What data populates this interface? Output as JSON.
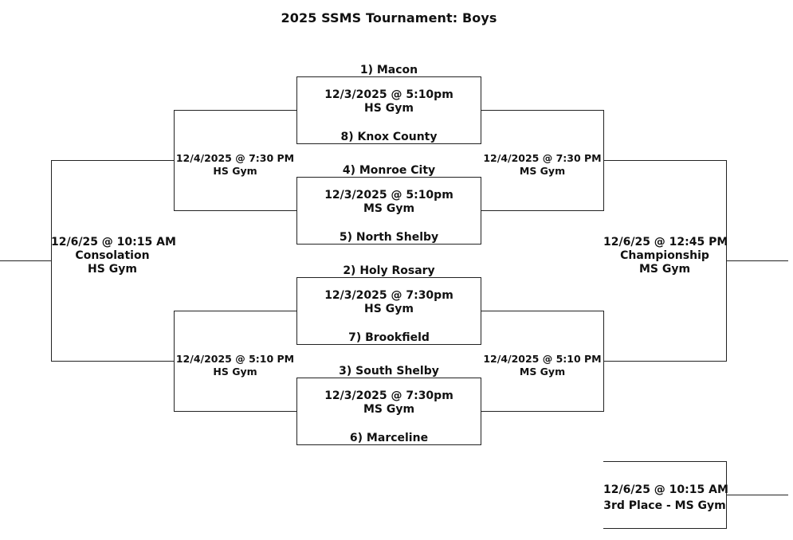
{
  "title": "2025 SSMS Tournament:  Boys",
  "round1": [
    {
      "top_team": "1) Macon",
      "date": "12/3/2025 @ 5:10pm",
      "venue": "HS Gym",
      "bottom_team": "8) Knox County"
    },
    {
      "top_team": "4) Monroe City",
      "date": "12/3/2025 @ 5:10pm",
      "venue": "MS Gym",
      "bottom_team": "5) North Shelby"
    },
    {
      "top_team": "2) Holy Rosary",
      "date": "12/3/2025 @ 7:30pm",
      "venue": "HS Gym",
      "bottom_team": "7) Brookfield"
    },
    {
      "top_team": "3) South Shelby",
      "date": "12/3/2025 @ 7:30pm",
      "venue": "MS Gym",
      "bottom_team": "6) Marceline"
    }
  ],
  "consolation_semis": [
    {
      "date": "12/4/2025 @ 7:30 PM",
      "venue": "HS Gym"
    },
    {
      "date": "12/4/2025 @ 5:10 PM",
      "venue": "HS Gym"
    }
  ],
  "winner_semis": [
    {
      "date": "12/4/2025 @ 7:30 PM",
      "venue": "MS Gym"
    },
    {
      "date": "12/4/2025 @ 5:10 PM",
      "venue": "MS Gym"
    }
  ],
  "consolation_final": {
    "date": "12/6/25 @ 10:15 AM",
    "label": "Consolation",
    "venue": "HS Gym"
  },
  "championship": {
    "date": "12/6/25 @ 12:45 PM",
    "label": "Championship",
    "venue": "MS Gym"
  },
  "third_place": {
    "date": "12/6/25 @ 10:15 AM",
    "label": "3rd Place - MS Gym"
  }
}
